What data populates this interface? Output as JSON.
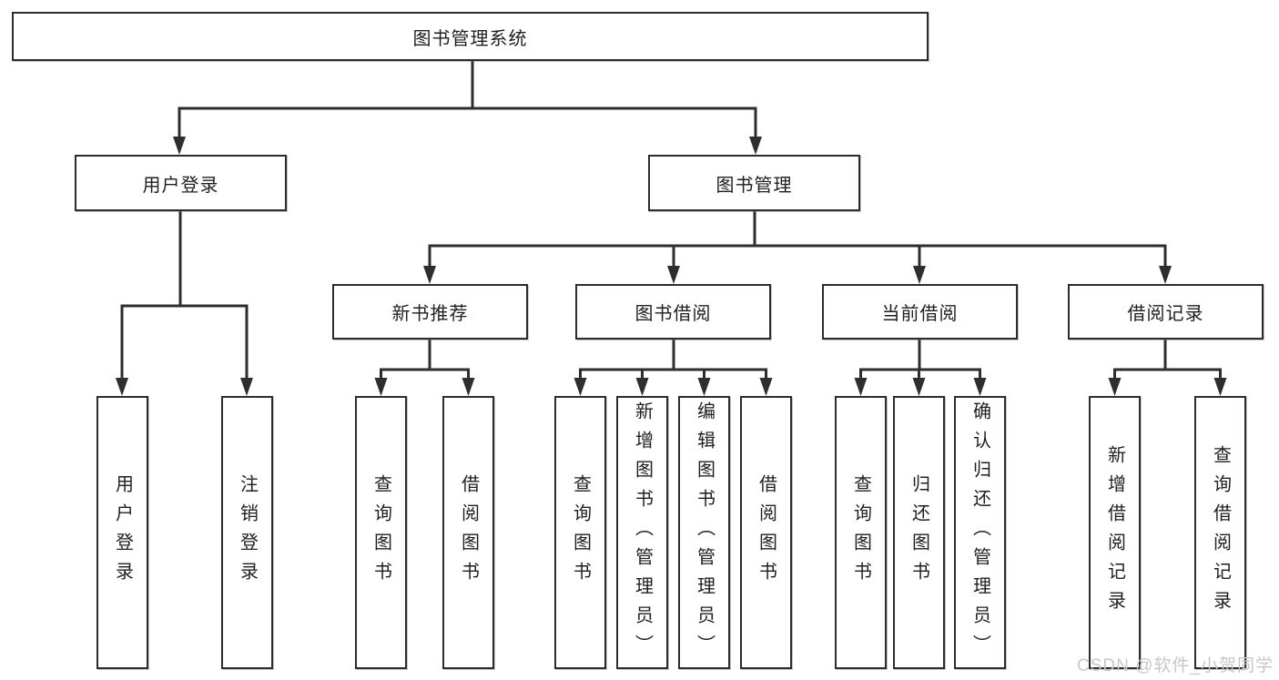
{
  "colors": {
    "background": "#ffffff",
    "line": "#2e2e2e",
    "box_border": "#2c2c2c",
    "box_fill": "#ffffff",
    "text": "#1f1f1f",
    "watermark": "#c7c7ce"
  },
  "watermark": "CSDN @软件_小贺同学",
  "tree": {
    "root": "图书管理系统",
    "branches": [
      {
        "label": "用户登录",
        "children": [
          "用户登录",
          "注销登录"
        ]
      },
      {
        "label": "图书管理",
        "children": [
          {
            "label": "新书推荐",
            "children": [
              "查询图书",
              "借阅图书"
            ]
          },
          {
            "label": "图书借阅",
            "children": [
              "查询图书",
              "新增图书（管理员）",
              "编辑图书（管理员）",
              "借阅图书"
            ]
          },
          {
            "label": "当前借阅",
            "children": [
              "查询图书",
              "归还图书",
              "确认归还（管理员）"
            ]
          },
          {
            "label": "借阅记录",
            "children": [
              "新增借阅记录",
              "查询借阅记录"
            ]
          }
        ]
      }
    ]
  }
}
